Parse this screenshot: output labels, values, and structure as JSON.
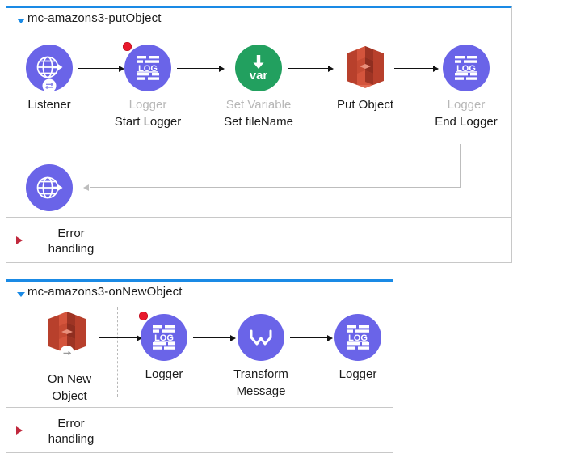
{
  "canvas": {
    "background": "#ffffff",
    "accent_blue": "#1a8ae5",
    "panel_border": "#c8c8c8",
    "purple": "#6a64e8",
    "green": "#22a05f",
    "s3_red": "#c9472f",
    "breakpoint_red": "#e8192c",
    "muted_label": "#b7b7b7"
  },
  "flows": [
    {
      "id": "flow-put-object",
      "title": "mc-amazons3-putObject",
      "twisty": "caret-down-icon",
      "error_handling": {
        "label": "Error\nhandling",
        "twisty": "caret-right-icon"
      },
      "nodes": [
        {
          "id": "listener",
          "icon": "http-listener-icon",
          "type_label": "Listener",
          "name_label": "",
          "type_active": true,
          "breakpoint": false
        },
        {
          "id": "start-logger",
          "icon": "logger-icon",
          "type_label": "Logger",
          "name_label": "Start Logger",
          "type_active": false,
          "breakpoint": true
        },
        {
          "id": "set-filename",
          "icon": "set-variable-icon",
          "type_label": "Set Variable",
          "name_label": "Set fileName",
          "type_active": false,
          "breakpoint": false
        },
        {
          "id": "put-object",
          "icon": "s3-put-object-icon",
          "type_label": "Put Object",
          "name_label": "",
          "type_active": true,
          "breakpoint": false
        },
        {
          "id": "end-logger",
          "icon": "logger-icon",
          "type_label": "Logger",
          "name_label": "End Logger",
          "type_active": false,
          "breakpoint": false
        }
      ],
      "response_node": {
        "id": "listener-response",
        "icon": "http-response-icon",
        "type_label": "",
        "name_label": ""
      }
    },
    {
      "id": "flow-on-new-object",
      "title": "mc-amazons3-onNewObject",
      "twisty": "caret-down-icon",
      "error_handling": {
        "label": "Error\nhandling",
        "twisty": "caret-right-icon"
      },
      "nodes": [
        {
          "id": "on-new-object",
          "icon": "s3-on-new-object-icon",
          "type_label": "On New\nObject",
          "name_label": "",
          "type_active": true,
          "breakpoint": false
        },
        {
          "id": "logger-1",
          "icon": "logger-icon",
          "type_label": "Logger",
          "name_label": "",
          "type_active": true,
          "breakpoint": true
        },
        {
          "id": "transform-message",
          "icon": "transform-message-icon",
          "type_label": "Transform\nMessage",
          "name_label": "",
          "type_active": true,
          "breakpoint": false
        },
        {
          "id": "logger-2",
          "icon": "logger-icon",
          "type_label": "Logger",
          "name_label": "",
          "type_active": true,
          "breakpoint": false
        }
      ]
    }
  ]
}
